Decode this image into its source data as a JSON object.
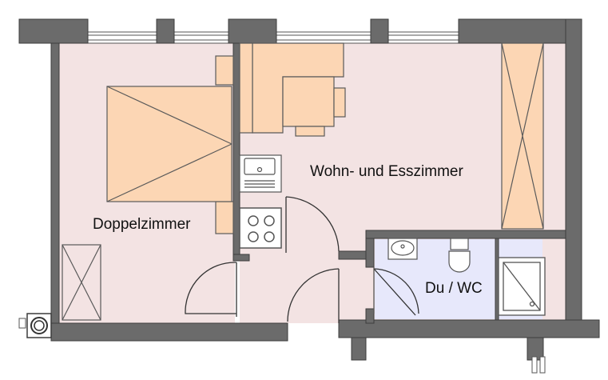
{
  "rooms": {
    "bedroom": {
      "label": "Doppelzimmer"
    },
    "living": {
      "label": "Wohn- und Esszimmer"
    },
    "bathroom": {
      "label": "Du / WC"
    }
  },
  "colors": {
    "wall": "#6b6b6b",
    "wall_outline": "#3c3c3c",
    "room_floor": "#f3e3e3",
    "bath_floor": "#e7e8fb",
    "furniture": "#fcd6b4",
    "furniture_outline": "#5a5a5a",
    "window_glass": "#ffffff"
  },
  "icons": {
    "bed": "bed-icon",
    "table": "dining-table-icon",
    "sink": "kitchen-sink-icon",
    "stove": "stove-icon",
    "basin": "wash-basin-icon",
    "toilet": "toilet-icon",
    "shower": "shower-tray-icon",
    "wardrobe": "wardrobe-icon",
    "chimney": "chimney-icon"
  }
}
